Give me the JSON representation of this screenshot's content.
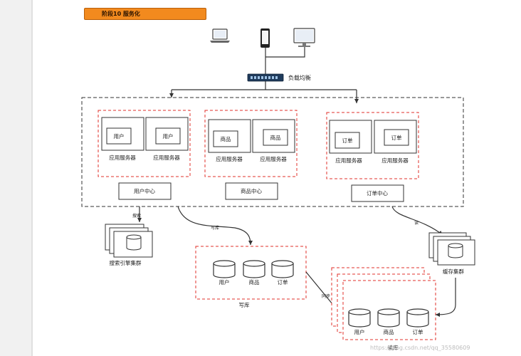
{
  "stage_title": "阶段10 服务化",
  "load_balancer": {
    "label": "负载均衡"
  },
  "groups": [
    {
      "servers": [
        {
          "module": "用户",
          "label": "应用服务器"
        },
        {
          "module": "用户",
          "label": "应用服务器"
        }
      ],
      "center": "用户中心"
    },
    {
      "servers": [
        {
          "module": "商品",
          "label": "应用服务器"
        },
        {
          "module": "商品",
          "label": "应用服务器"
        }
      ],
      "center": "商品中心"
    },
    {
      "servers": [
        {
          "module": "订单",
          "label": "应用服务器"
        },
        {
          "module": "订单",
          "label": "应用服务器"
        }
      ],
      "center": "订单中心"
    }
  ],
  "search_cluster": {
    "label": "搜索引擎集群",
    "edge_label": "搜索"
  },
  "cache_cluster": {
    "label": "缓存集群",
    "edge_label": "读"
  },
  "write_db": {
    "label": "写库",
    "edge_label": "写库",
    "dbs": [
      "用户",
      "商品",
      "订单"
    ]
  },
  "read_db": {
    "label": "读库",
    "sync_label": "同步",
    "dbs": [
      "用户",
      "商品",
      "订单"
    ]
  },
  "watermark": "https://blog.csdn.net/qq_35580609"
}
